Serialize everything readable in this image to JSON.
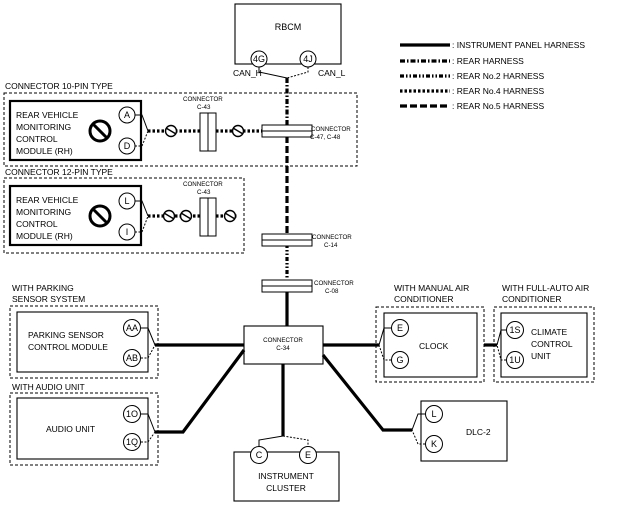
{
  "legend": {
    "instrument_panel": ": INSTRUMENT PANEL HARNESS",
    "rear": ": REAR HARNESS",
    "rear2": ": REAR No.2 HARNESS",
    "rear4": ": REAR No.4 HARNESS",
    "rear5": ": REAR No.5 HARNESS"
  },
  "rbcm": {
    "label": "RBCM",
    "pin_h": "4G",
    "pin_l": "4J",
    "can_h": "CAN_H",
    "can_l": "CAN_L"
  },
  "group10": {
    "title": "CONNECTOR 10-PIN TYPE",
    "module": [
      "REAR VEHICLE",
      "MONITORING",
      "CONTROL",
      "MODULE (RH)"
    ],
    "pin1": "A",
    "pin2": "D",
    "connector": [
      "CONNECTOR",
      "C-43"
    ]
  },
  "group12": {
    "title": "CONNECTOR 12-PIN TYPE",
    "module": [
      "REAR VEHICLE",
      "MONITORING",
      "CONTROL",
      "MODULE (RH)"
    ],
    "pin1": "L",
    "pin2": "I",
    "connector": [
      "CONNECTOR",
      "C-43"
    ]
  },
  "conn_c47": [
    "CONNECTOR",
    "C-47, C-48"
  ],
  "conn_c14": [
    "CONNECTOR",
    "C-14"
  ],
  "conn_c08": [
    "CONNECTOR",
    "C-08"
  ],
  "conn_c34": [
    "CONNECTOR",
    "C-34"
  ],
  "parking": {
    "title": [
      "WITH PARKING",
      "SENSOR SYSTEM"
    ],
    "module": [
      "PARKING SENSOR",
      "CONTROL MODULE"
    ],
    "pin1": "AA",
    "pin2": "AB"
  },
  "audio": {
    "title": "WITH AUDIO UNIT",
    "module": "AUDIO UNIT",
    "pin1": "1O",
    "pin2": "1Q"
  },
  "clock": {
    "title": [
      "WITH MANUAL AIR",
      "CONDITIONER"
    ],
    "module": "CLOCK",
    "pin1": "E",
    "pin2": "G"
  },
  "climate": {
    "title": [
      "WITH FULL-AUTO AIR",
      "CONDITIONER"
    ],
    "module": [
      "CLIMATE",
      "CONTROL",
      "UNIT"
    ],
    "pin1": "1S",
    "pin2": "1U"
  },
  "dlc": {
    "module": "DLC-2",
    "pin1": "L",
    "pin2": "K"
  },
  "cluster": {
    "module": [
      "INSTRUMENT",
      "CLUSTER"
    ],
    "pin1": "C",
    "pin2": "E"
  }
}
